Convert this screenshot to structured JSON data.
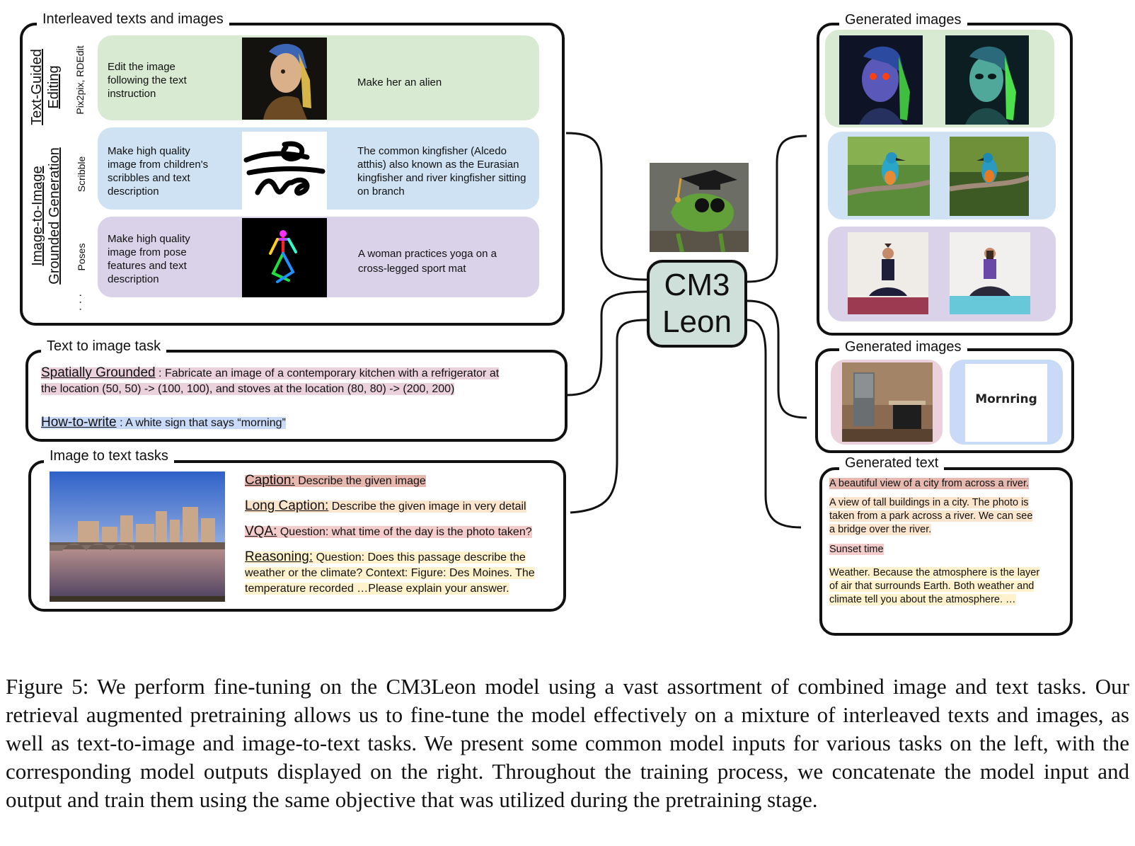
{
  "interleaved": {
    "title": "Interleaved texts and images",
    "group1_main": "Text-Guided Editing",
    "group1_line1": "Text-Guided",
    "group1_line2": "Editing",
    "group1_sub": "Pix2pix, RDEdit",
    "group2_line1": "Image-to-Image",
    "group2_line2": "Grounded Generation",
    "scribble_sub": "Scribble",
    "poses_sub": "Poses",
    "ellipsis": "· · ·",
    "rows": [
      {
        "instruction_lines": [
          "Edit the image",
          "following the text",
          "instruction"
        ],
        "prompt_lines": [
          "Make her an alien"
        ],
        "image": "girl-with-pearl-earring-painting"
      },
      {
        "instruction_lines": [
          "Make high quality",
          "image from children's",
          "scribbles and text",
          "description"
        ],
        "prompt_lines": [
          "The common kingfisher (Alcedo",
          "atthis) also known as the Eurasian",
          "kingfisher and river kingfisher sitting",
          "on branch"
        ],
        "image": "scribble-sketch"
      },
      {
        "instruction_lines": [
          "Make high quality",
          "image from pose",
          "features and text",
          "description"
        ],
        "prompt_lines": [
          "A woman practices yoga on a",
          "cross-legged sport mat"
        ],
        "image": "pose-skeleton"
      }
    ]
  },
  "text_to_image": {
    "title": "Text to image task",
    "spatial_label": "Spatially Grounded",
    "spatial_text_1": " : Fabricate an image of a contemporary kitchen with a refrigerator at",
    "spatial_text_2": "the location (50, 50) -> (100, 100), and stoves at the location (80, 80) -> (200, 200)",
    "howto_label": "How-to-write",
    "howto_text": " : A white sign that says “morning”"
  },
  "image_to_text": {
    "title": "Image to text tasks",
    "image": "city-skyline-across-river",
    "caption_label": "Caption:",
    "caption_text": " Describe the given image",
    "long_label": "Long Caption:",
    "long_text": " Describe the given image in very detail",
    "vqa_label": "VQA:",
    "vqa_text": " Question: what time of the day is the photo taken?",
    "reason_label": "Reasoning:",
    "reason_text_1": " Question: Does this passage describe the",
    "reason_text_2": "weather or the climate? Context: Figure: Des Moines. The",
    "reason_text_3": "temperature recorded …Please explain your answer."
  },
  "center": {
    "image": "chameleon-graduation-cap",
    "line1": "CM3",
    "line2": "Leon"
  },
  "generated_images": {
    "title": "Generated images",
    "images": [
      "alien-girl-1",
      "alien-girl-2",
      "kingfisher-1",
      "kingfisher-2",
      "yoga-woman-1",
      "yoga-woman-2"
    ]
  },
  "generated_images_2": {
    "title": "Generated images",
    "kitchen_image": "kitchen-with-fridge",
    "sign_text": "Mornring"
  },
  "generated_text": {
    "title": "Generated text",
    "t1": "A beautiful view of a city from across a river.",
    "t2_lines": [
      "A view of tall buildings in a city. The photo is",
      "taken from a park across a river. We can see",
      "a bridge over the river."
    ],
    "t3": "Sunset time",
    "t4_lines": [
      "Weather. Because the atmosphere is the layer",
      "of air that surrounds Earth. Both weather and",
      "climate tell you about the atmosphere. …"
    ]
  },
  "caption": "Figure 5: We perform fine-tuning on the CM3Leon model using a vast assortment of combined image and text tasks. Our retrieval augmented pretraining allows us to fine-tune the model effectively on a mixture of interleaved texts and images, as well as text-to-image and image-to-text tasks. We present some common model inputs for various tasks on the left, with the corresponding model outputs displayed on the right. Throughout the training process, we concatenate the model input and output and train them using the same objective that was utilized during the pretraining stage.",
  "colors": {
    "green": "#d9ead3",
    "blue": "#cfe2f3",
    "purple": "#d9d2e9",
    "pink": "#ead1dc",
    "cm3_fill": "#cfe0da",
    "hl_red": "#e6b8af",
    "hl_peach": "#fce5cd",
    "hl_yellow": "#fff2cc"
  }
}
